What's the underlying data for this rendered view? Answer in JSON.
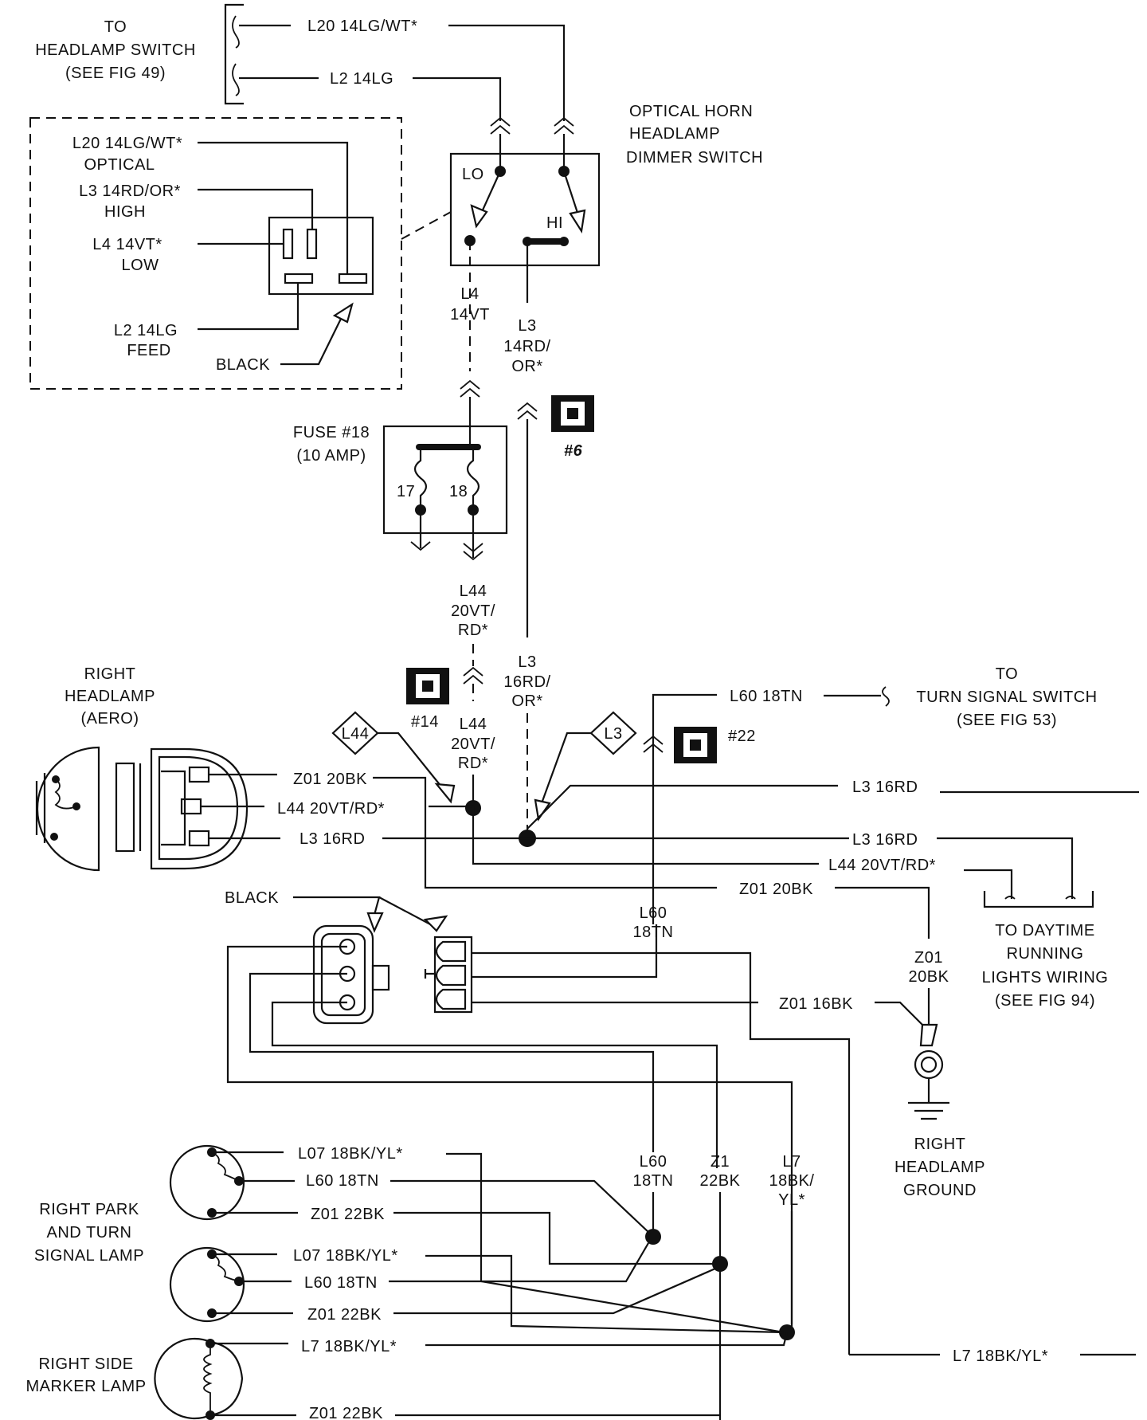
{
  "headlamp_switch": {
    "line1": "TO",
    "line2": "HEADLAMP SWITCH",
    "line3": "(SEE FIG 49)"
  },
  "dimmer_switch": {
    "line1": "OPTICAL HORN",
    "line2": "HEADLAMP",
    "line3": "DIMMER SWITCH",
    "lo": "LO",
    "hi": "HI"
  },
  "connector_callout": {
    "l20": "L20 14LG/WT*",
    "l20_sub": "OPTICAL",
    "l3": "L3 14RD/OR*",
    "l3_sub": "HIGH",
    "l4": "L4 14VT*",
    "l4_sub": "LOW",
    "l2": "L2 14LG",
    "l2_sub": "FEED",
    "black": "BLACK"
  },
  "top_wires": {
    "l20": "L20 14LG/WT*",
    "l2": "L2 14LG"
  },
  "l4_wire": {
    "line1": "L4",
    "line2": "14VT"
  },
  "l3_wire_top": {
    "line1": "L3",
    "line2": "14RD/",
    "line3": "OR*"
  },
  "fuse": {
    "line1": "FUSE #18",
    "line2": "(10 AMP)",
    "pin17": "17",
    "pin18": "18"
  },
  "badges": {
    "b6": "#6",
    "b14": "#14",
    "b22": "#22"
  },
  "l44_wire_upper": {
    "line1": "L44",
    "line2": "20VT/",
    "line3": "RD*"
  },
  "l44_wire_lower": {
    "line1": "L44",
    "line2": "20VT/",
    "line3": "RD*"
  },
  "l3_wire_mid": {
    "line1": "L3",
    "line2": "16RD/",
    "line3": "OR*"
  },
  "diamonds": {
    "l44": "L44",
    "l3": "L3"
  },
  "right_headlamp": {
    "line1": "RIGHT",
    "line2": "HEADLAMP",
    "line3": "(AERO)",
    "z01": "Z01 20BK",
    "l44": "L44 20VT/RD*",
    "l3": "L3 16RD"
  },
  "turn_signal": {
    "wire": "L60 18TN",
    "line1": "TO",
    "line2": "TURN SIGNAL SWITCH",
    "line3": "(SEE FIG 53)"
  },
  "drl": {
    "l3_a": "L3 16RD",
    "l3_b": "L3 16RD",
    "l44": "L44 20VT/RD*",
    "z01": "Z01 20BK",
    "line1": "TO DAYTIME",
    "line2": "RUNNING",
    "line3": "LIGHTS WIRING",
    "line4": "(SEE FIG 94)"
  },
  "black_label": "BLACK",
  "l60_mid": {
    "line1": "L60",
    "line2": "18TN"
  },
  "ground": {
    "z01_vert_1": "Z01",
    "z01_vert_2": "20BK",
    "z01_16": "Z01 16BK",
    "line1": "RIGHT",
    "line2": "HEADLAMP",
    "line3": "GROUND"
  },
  "lower_bus": {
    "l60_1": "L60",
    "l60_2": "18TN",
    "z1_1": "Z1",
    "z1_2": "22BK",
    "l7_1": "L7",
    "l7_2": "18BK/",
    "l7_3": "YL*"
  },
  "park_lamp": {
    "line1": "RIGHT PARK",
    "line2": "AND TURN",
    "line3": "SIGNAL LAMP",
    "a_l07": "L07 18BK/YL*",
    "a_l60": "L60 18TN",
    "a_z01": "Z01 22BK",
    "b_l07": "L07 18BK/YL*",
    "b_l60": "L60 18TN",
    "b_z01": "Z01 22BK"
  },
  "side_marker": {
    "line1": "RIGHT SIDE",
    "line2": "MARKER LAMP",
    "l7": "L7 18BK/YL*",
    "z01": "Z01 22BK"
  },
  "l7_bottom": "L7 18BK/YL*"
}
